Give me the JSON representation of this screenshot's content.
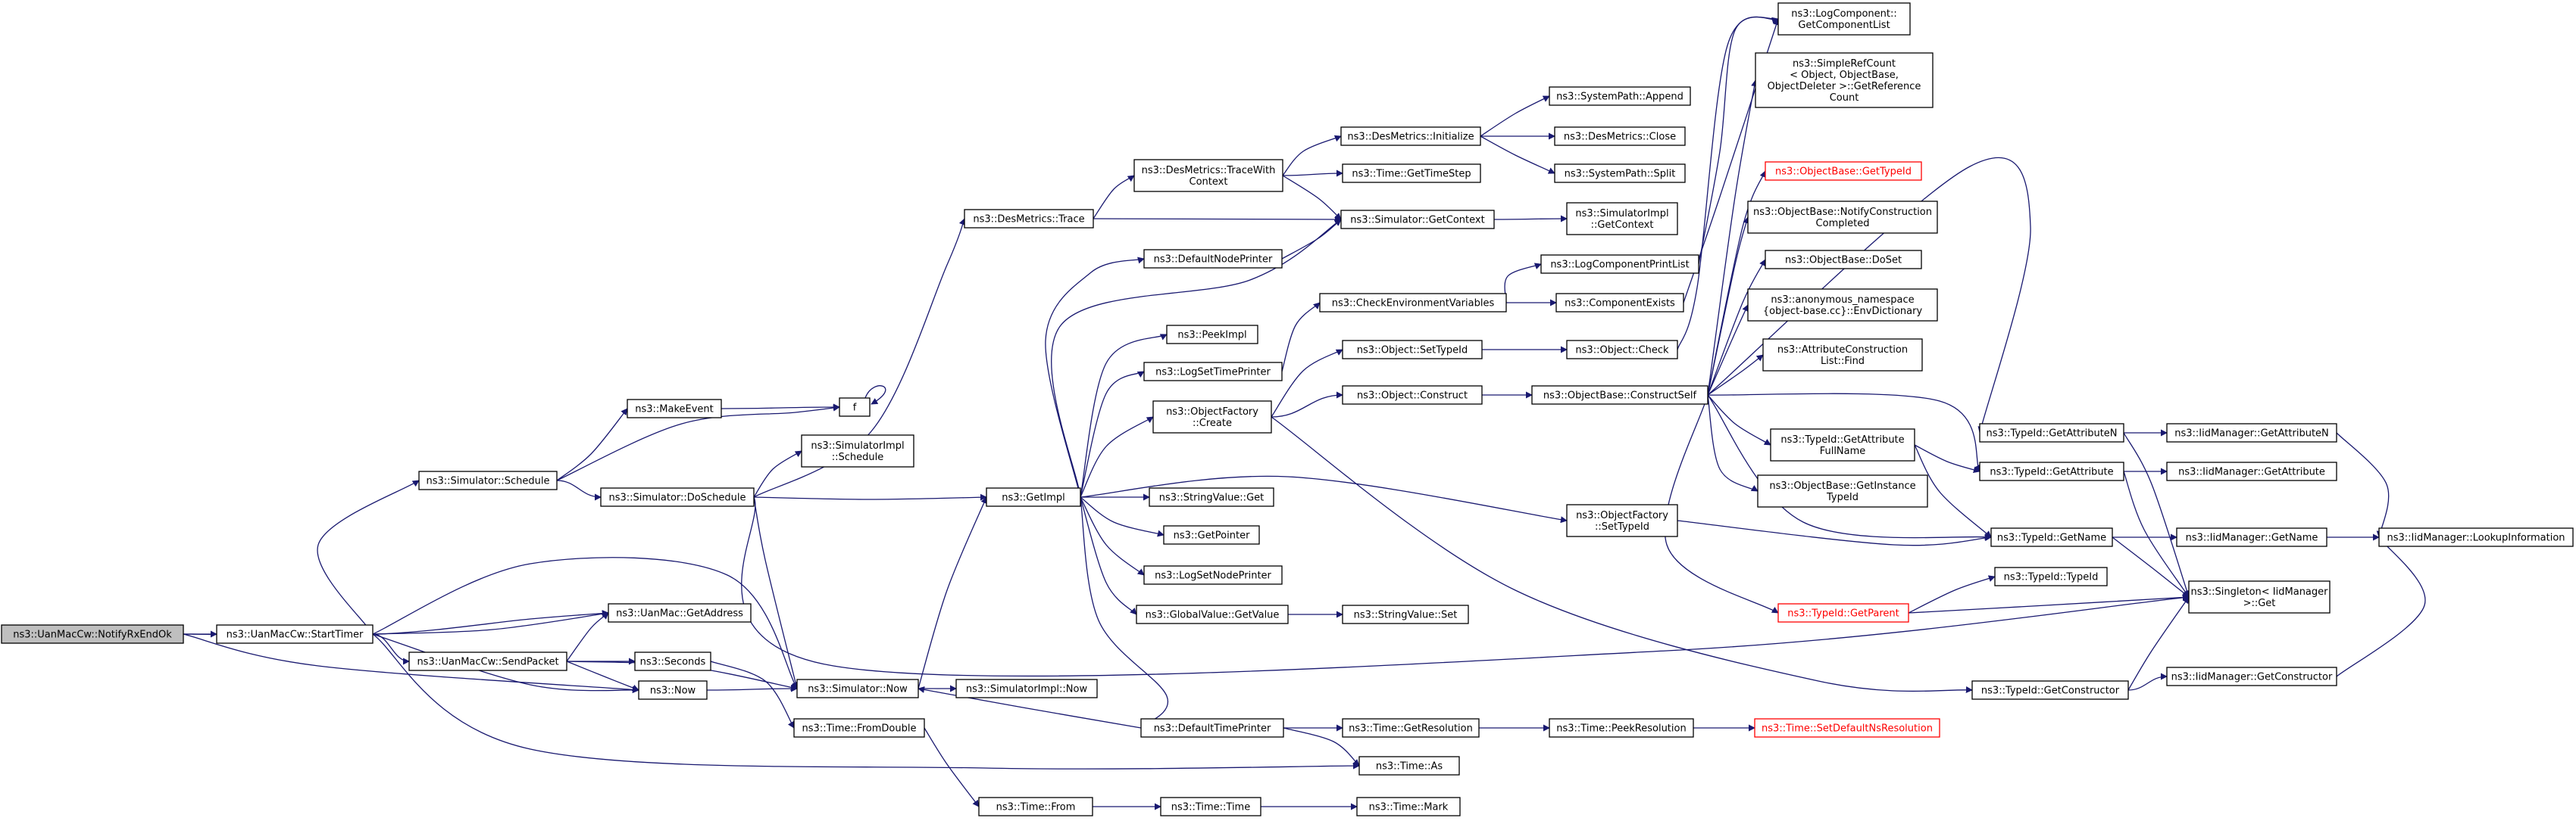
{
  "colors": {
    "edge": "#191970",
    "node_border": "#000000",
    "root_fill": "#bfbfbf",
    "highlight": "#ff0000"
  },
  "nodes": {
    "notify": {
      "lines": [
        "ns3::UanMacCw::NotifyRxEndOk"
      ],
      "root": true
    },
    "starttimer": {
      "lines": [
        "ns3::UanMacCw::StartTimer"
      ]
    },
    "schedule": {
      "lines": [
        "ns3::Simulator::Schedule"
      ]
    },
    "dosched": {
      "lines": [
        "ns3::Simulator::DoSchedule"
      ]
    },
    "makeevent": {
      "lines": [
        "ns3::MakeEvent"
      ]
    },
    "f": {
      "lines": [
        "f"
      ]
    },
    "implsched": {
      "lines": [
        "ns3::SimulatorImpl",
        "::Schedule"
      ]
    },
    "getaddr": {
      "lines": [
        "ns3::UanMac::GetAddress"
      ]
    },
    "sendpkt": {
      "lines": [
        "ns3::UanMacCw::SendPacket"
      ]
    },
    "seconds": {
      "lines": [
        "ns3::Seconds"
      ]
    },
    "now": {
      "lines": [
        "ns3::Now"
      ]
    },
    "simnow": {
      "lines": [
        "ns3::Simulator::Now"
      ]
    },
    "fromdouble": {
      "lines": [
        "ns3::Time::FromDouble"
      ]
    },
    "timefrom": {
      "lines": [
        "ns3::Time::From"
      ]
    },
    "timetime": {
      "lines": [
        "ns3::Time::Time"
      ]
    },
    "timemark": {
      "lines": [
        "ns3::Time::Mark"
      ]
    },
    "implnow": {
      "lines": [
        "ns3::SimulatorImpl::Now"
      ]
    },
    "getimpl": {
      "lines": [
        "ns3::GetImpl"
      ]
    },
    "destrace": {
      "lines": [
        "ns3::DesMetrics::Trace"
      ]
    },
    "tracewith": {
      "lines": [
        "ns3::DesMetrics::TraceWith",
        "Context"
      ]
    },
    "initialize": {
      "lines": [
        "ns3::DesMetrics::Initialize"
      ]
    },
    "gettimestep": {
      "lines": [
        "ns3::Time::GetTimeStep"
      ]
    },
    "getcontext": {
      "lines": [
        "ns3::Simulator::GetContext"
      ]
    },
    "implgetctx": {
      "lines": [
        "ns3::SimulatorImpl",
        "::GetContext"
      ]
    },
    "append": {
      "lines": [
        "ns3::SystemPath::Append"
      ]
    },
    "desclose": {
      "lines": [
        "ns3::DesMetrics::Close"
      ]
    },
    "split": {
      "lines": [
        "ns3::SystemPath::Split"
      ]
    },
    "defnodeprinter": {
      "lines": [
        "ns3::DefaultNodePrinter"
      ]
    },
    "peekimpl": {
      "lines": [
        "ns3::PeekImpl"
      ]
    },
    "logsettime": {
      "lines": [
        "ns3::LogSetTimePrinter"
      ]
    },
    "ofcreate": {
      "lines": [
        "ns3::ObjectFactory",
        "::Create"
      ]
    },
    "strget": {
      "lines": [
        "ns3::StringValue::Get"
      ]
    },
    "getpointer": {
      "lines": [
        "ns3::GetPointer"
      ]
    },
    "logsetnode": {
      "lines": [
        "ns3::LogSetNodePrinter"
      ]
    },
    "gvgetvalue": {
      "lines": [
        "ns3::GlobalValue::GetValue"
      ]
    },
    "strset": {
      "lines": [
        "ns3::StringValue::Set"
      ]
    },
    "deftimeprinter": {
      "lines": [
        "ns3::DefaultTimePrinter"
      ]
    },
    "getres": {
      "lines": [
        "ns3::Time::GetResolution"
      ]
    },
    "peekres": {
      "lines": [
        "ns3::Time::PeekResolution"
      ]
    },
    "setdefres": {
      "lines": [
        "ns3::Time::SetDefaultNsResolution"
      ],
      "red": true
    },
    "timeas": {
      "lines": [
        "ns3::Time::As"
      ]
    },
    "checkenv": {
      "lines": [
        "ns3::CheckEnvironmentVariables"
      ]
    },
    "logcompprint": {
      "lines": [
        "ns3::LogComponentPrintList"
      ]
    },
    "compexists": {
      "lines": [
        "ns3::ComponentExists"
      ]
    },
    "objsettypeid": {
      "lines": [
        "ns3::Object::SetTypeId"
      ]
    },
    "objconstruct": {
      "lines": [
        "ns3::Object::Construct"
      ]
    },
    "objcheck": {
      "lines": [
        "ns3::Object::Check"
      ]
    },
    "constructself": {
      "lines": [
        "ns3::ObjectBase::ConstructSelf"
      ]
    },
    "ofsettypeid": {
      "lines": [
        "ns3::ObjectFactory",
        "::SetTypeId"
      ]
    },
    "logcomplist": {
      "lines": [
        "ns3::LogComponent::",
        "GetComponentList"
      ]
    },
    "refcount": {
      "lines": [
        "ns3::SimpleRefCount",
        "< Object, ObjectBase,",
        "ObjectDeleter >::GetReference",
        "Count"
      ]
    },
    "obgettypeid": {
      "lines": [
        "ns3::ObjectBase::GetTypeId"
      ],
      "red": true
    },
    "notifyconstr": {
      "lines": [
        "ns3::ObjectBase::NotifyConstruction",
        "Completed"
      ]
    },
    "doset": {
      "lines": [
        "ns3::ObjectBase::DoSet"
      ]
    },
    "envdict": {
      "lines": [
        "ns3::anonymous_namespace",
        "{object-base.cc}::EnvDictionary"
      ]
    },
    "acfind": {
      "lines": [
        "ns3::AttributeConstruction",
        "List::Find"
      ]
    },
    "getattrfull": {
      "lines": [
        "ns3::TypeId::GetAttribute",
        "FullName"
      ]
    },
    "getinsttypeid": {
      "lines": [
        "ns3::ObjectBase::GetInstance",
        "TypeId"
      ]
    },
    "getparent": {
      "lines": [
        "ns3::TypeId::GetParent"
      ],
      "red": true
    },
    "typeidctor": {
      "lines": [
        "ns3::TypeId::TypeId"
      ]
    },
    "getattrn": {
      "lines": [
        "ns3::TypeId::GetAttributeN"
      ]
    },
    "getattr": {
      "lines": [
        "ns3::TypeId::GetAttribute"
      ]
    },
    "getname": {
      "lines": [
        "ns3::TypeId::GetName"
      ]
    },
    "getctor": {
      "lines": [
        "ns3::TypeId::GetConstructor"
      ]
    },
    "iidgetattrn": {
      "lines": [
        "ns3::IidManager::GetAttributeN"
      ]
    },
    "iidgetattr": {
      "lines": [
        "ns3::IidManager::GetAttribute"
      ]
    },
    "iidgetname": {
      "lines": [
        "ns3::IidManager::GetName"
      ]
    },
    "iidgetctor": {
      "lines": [
        "ns3::IidManager::GetConstructor"
      ]
    },
    "singleton": {
      "lines": [
        "ns3::Singleton< IidManager",
        ">::Get"
      ]
    },
    "lookup": {
      "lines": [
        "ns3::IidManager::LookupInformation"
      ]
    }
  }
}
